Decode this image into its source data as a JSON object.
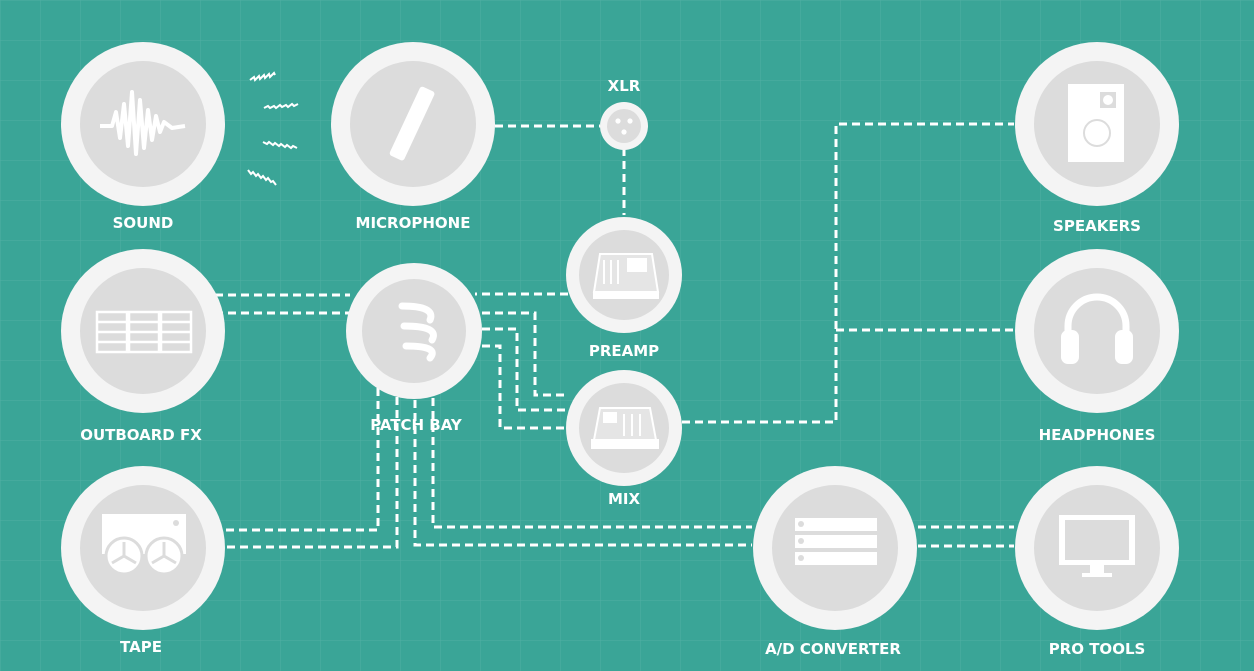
{
  "colors": {
    "background": "#3aa597",
    "grid": "#58b3a7",
    "node_ring": "#f4f4f4",
    "node_inner": "#dcdcdc",
    "icon": "#ffffff",
    "connector": "#ffffff",
    "label": "#ffffff"
  },
  "nodes": {
    "sound": {
      "label": "SOUND",
      "icon": "waveform-icon"
    },
    "microphone": {
      "label": "MICROPHONE",
      "icon": "microphone-icon"
    },
    "xlr": {
      "label": "XLR",
      "icon": "xlr-connector-icon"
    },
    "preamp": {
      "label": "PREAMP",
      "icon": "preamp-icon"
    },
    "mix": {
      "label": "MIX",
      "icon": "mixing-console-icon"
    },
    "patch_bay": {
      "label": "PATCH BAY",
      "icon": "patch-bay-icon"
    },
    "outboard_fx": {
      "label": "OUTBOARD FX",
      "icon": "rack-icon"
    },
    "tape": {
      "label": "TAPE",
      "icon": "tape-machine-icon"
    },
    "ad_converter": {
      "label": "A/D CONVERTER",
      "icon": "converter-icon"
    },
    "speakers": {
      "label": "SPEAKERS",
      "icon": "speaker-icon"
    },
    "headphones": {
      "label": "HEADPHONES",
      "icon": "headphones-icon"
    },
    "pro_tools": {
      "label": "PRO TOOLS",
      "icon": "monitor-icon"
    }
  },
  "connections": [
    {
      "from": "MICROPHONE",
      "to": "XLR"
    },
    {
      "from": "XLR",
      "to": "PREAMP"
    },
    {
      "from": "PREAMP",
      "to": "PATCH BAY"
    },
    {
      "from": "PATCH BAY",
      "to": "OUTBOARD FX"
    },
    {
      "from": "PATCH BAY",
      "to": "MIX"
    },
    {
      "from": "PATCH BAY",
      "to": "TAPE"
    },
    {
      "from": "PATCH BAY",
      "to": "A/D CONVERTER"
    },
    {
      "from": "MIX",
      "to": "SPEAKERS"
    },
    {
      "from": "MIX",
      "to": "HEADPHONES"
    },
    {
      "from": "A/D CONVERTER",
      "to": "PRO TOOLS"
    }
  ]
}
